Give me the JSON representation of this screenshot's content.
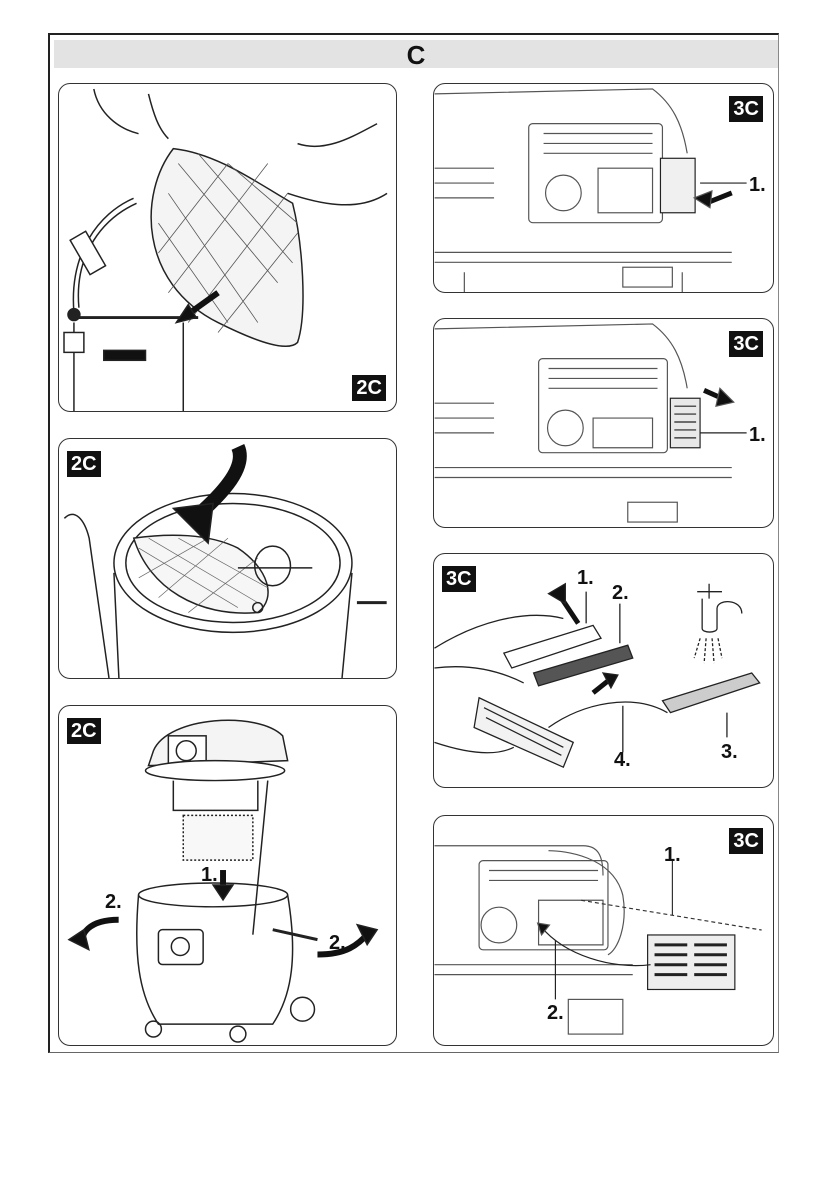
{
  "header": {
    "title": "C"
  },
  "panels": [
    {
      "badge": "2C",
      "description": "Emptying dust bag into bin"
    },
    {
      "badge": "2C",
      "description": "Inserting dust bag into container"
    },
    {
      "badge": "2C",
      "description": "Reassembling motor head onto container",
      "labels": [
        "1.",
        "2.",
        "2."
      ]
    },
    {
      "badge": "3C",
      "description": "Pressing filter cover latch",
      "labels": [
        "1."
      ]
    },
    {
      "badge": "3C",
      "description": "Removing filter cover",
      "labels": [
        "1."
      ]
    },
    {
      "badge": "3C",
      "description": "Cleaning filter under tap",
      "labels": [
        "1.",
        "2.",
        "3.",
        "4."
      ]
    },
    {
      "badge": "3C",
      "description": "Reinstalling filter cover",
      "labels": [
        "1.",
        "2."
      ]
    }
  ]
}
